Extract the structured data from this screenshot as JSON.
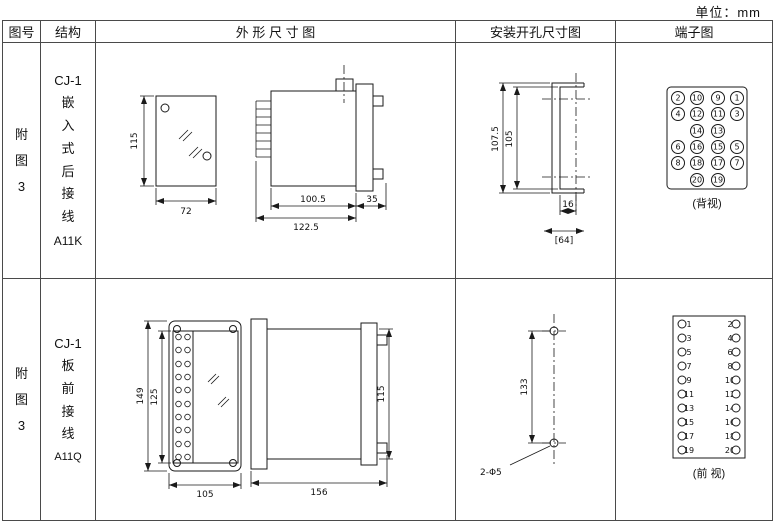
{
  "unit_label": "单位：mm",
  "headers": [
    "图号",
    "结构",
    "外 形 尺 寸 图",
    "安装开孔尺寸图",
    "端子图"
  ],
  "row1": {
    "figure": [
      "附",
      "图",
      "3"
    ],
    "model": "CJ-1",
    "structure_chars": [
      "嵌",
      "入",
      "式",
      "后",
      "接",
      "线"
    ],
    "code": "A11K",
    "outline": {
      "front_height": "115",
      "front_width": "72",
      "side_body": "100.5",
      "side_total": "122.5",
      "side_flange": "35"
    },
    "install": {
      "outer": "107.5",
      "inner": "105",
      "step": "16",
      "bracket": "[64]"
    },
    "terminal": {
      "r1": [
        "2",
        "10",
        "9",
        "1"
      ],
      "r2": [
        "4",
        "12",
        "11",
        "3"
      ],
      "r3": [
        "14",
        "13"
      ],
      "r4": [
        "6",
        "16",
        "15",
        "5"
      ],
      "r5": [
        "8",
        "18",
        "17",
        "7"
      ],
      "r6": [
        "20",
        "19"
      ],
      "view": "(背视)"
    }
  },
  "row2": {
    "figure": [
      "附",
      "图",
      "3"
    ],
    "model": "CJ-1",
    "structure_chars": [
      "板",
      "前",
      "接",
      "线"
    ],
    "code": "A11Q",
    "outline": {
      "front_height_outer": "149",
      "front_height_inner": "125",
      "front_width": "105",
      "side_width": "156",
      "side_height": "115"
    },
    "install": {
      "height": "133",
      "holes": "2-Φ5"
    },
    "terminal": {
      "left": [
        "1",
        "3",
        "5",
        "7",
        "9",
        "11",
        "13",
        "15",
        "17",
        "19"
      ],
      "right": [
        "2",
        "4",
        "6",
        "8",
        "10",
        "12",
        "14",
        "16",
        "18",
        "20"
      ],
      "view": "(前 视)"
    }
  }
}
